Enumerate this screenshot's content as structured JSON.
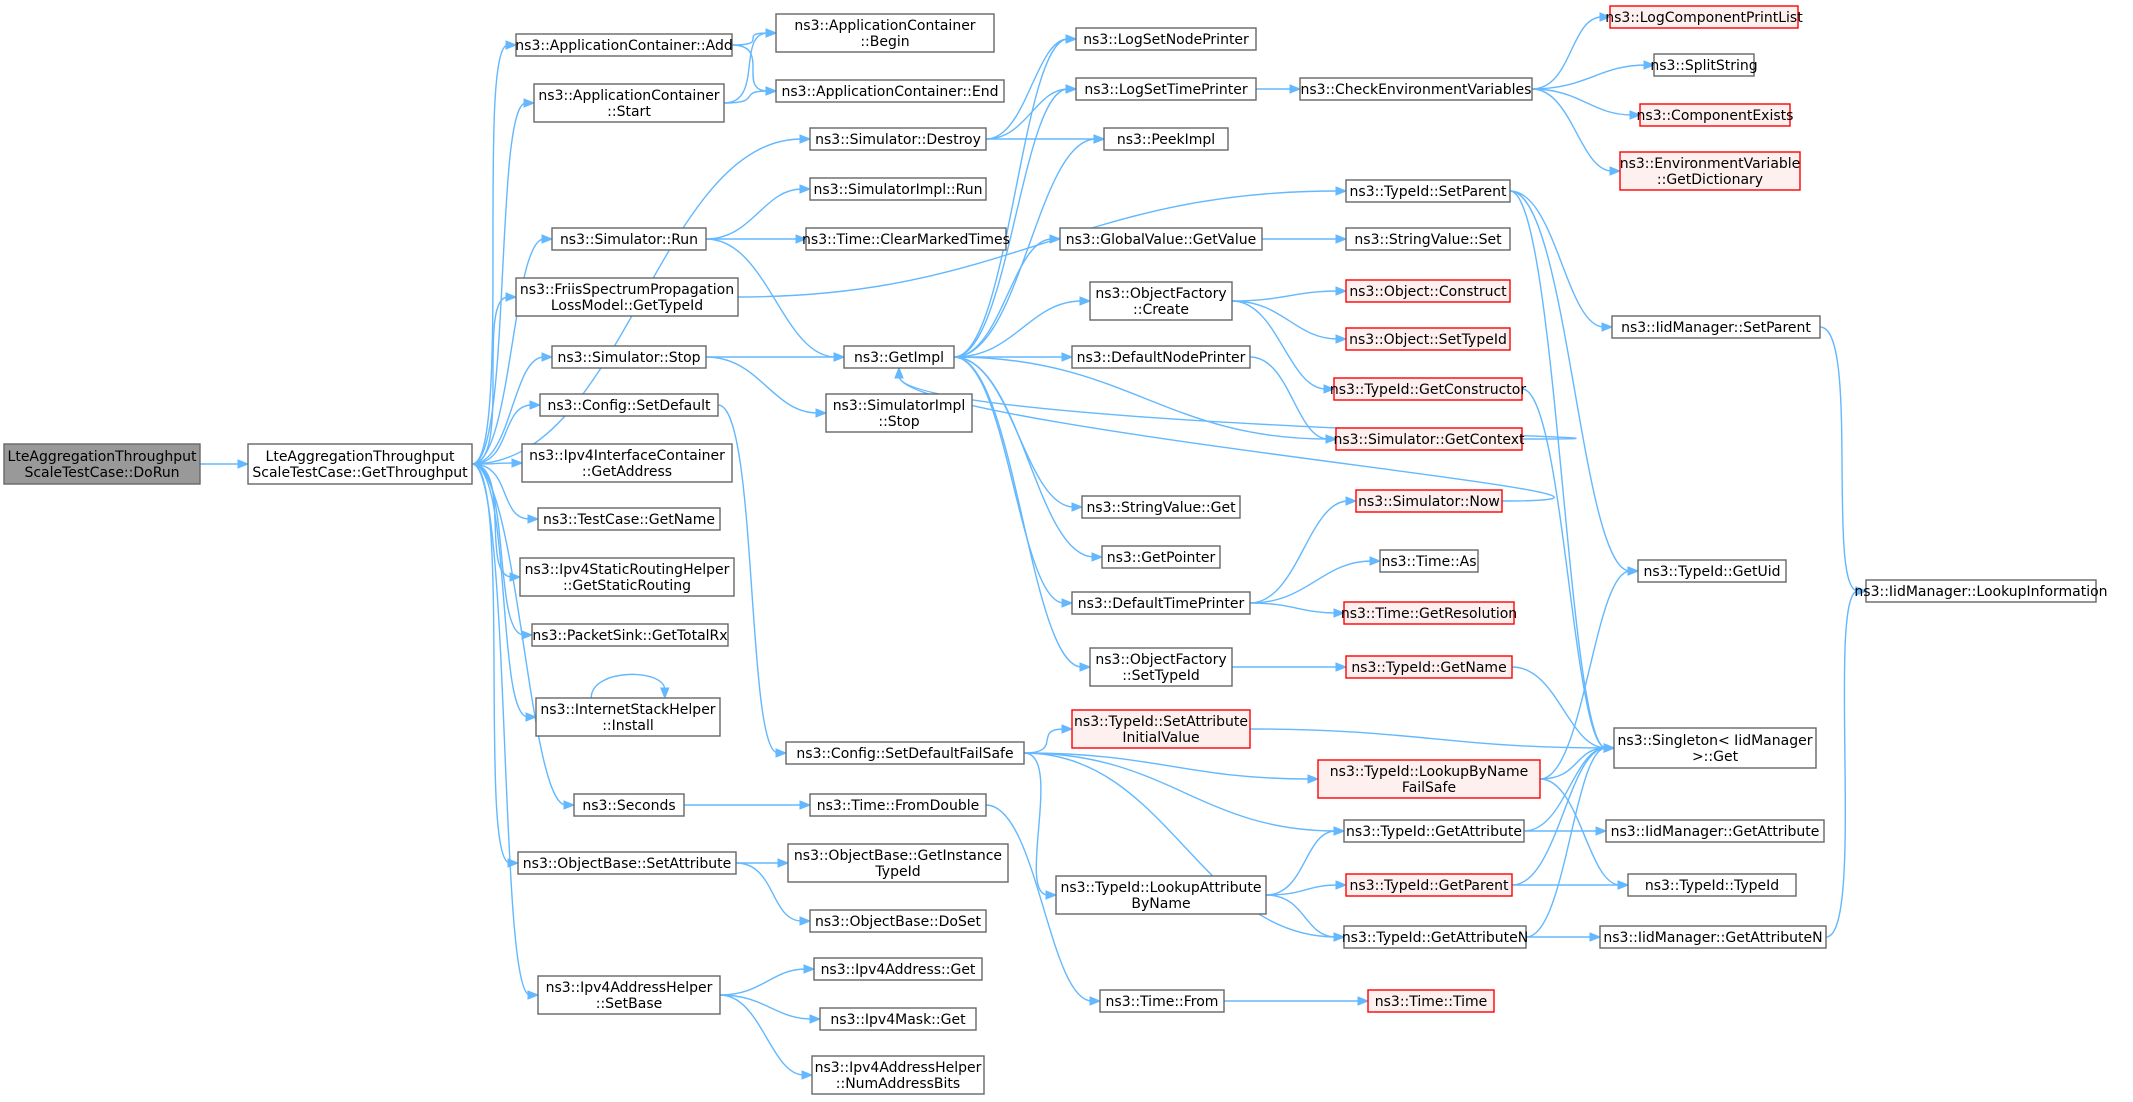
{
  "colors": {
    "edge": "#63b8ff",
    "node_fill": "#ffffff",
    "node_border": "#666666",
    "root_fill": "#999999",
    "root_border": "#666666",
    "truncated_fill": "#fff0f0",
    "truncated_border": "#ff0000"
  },
  "nodes": [
    {
      "id": "doRun",
      "lines": [
        "LteAggregationThroughput",
        "ScaleTestCase::DoRun"
      ],
      "style": "root"
    },
    {
      "id": "getThroughput",
      "lines": [
        "LteAggregationThroughput",
        "ScaleTestCase::GetThroughput"
      ],
      "style": "normal"
    },
    {
      "id": "appAdd",
      "lines": [
        "ns3::ApplicationContainer::Add"
      ],
      "style": "normal"
    },
    {
      "id": "appStart",
      "lines": [
        "ns3::ApplicationContainer",
        "::Start"
      ],
      "style": "normal"
    },
    {
      "id": "simRun",
      "lines": [
        "ns3::Simulator::Run"
      ],
      "style": "normal"
    },
    {
      "id": "friis",
      "lines": [
        "ns3::FriisSpectrumPropagation",
        "LossModel::GetTypeId"
      ],
      "style": "normal"
    },
    {
      "id": "simStop",
      "lines": [
        "ns3::Simulator::Stop"
      ],
      "style": "normal"
    },
    {
      "id": "cfgSetDefault",
      "lines": [
        "ns3::Config::SetDefault"
      ],
      "style": "normal"
    },
    {
      "id": "ipv4IfGetAddr",
      "lines": [
        "ns3::Ipv4InterfaceContainer",
        "::GetAddress"
      ],
      "style": "normal"
    },
    {
      "id": "testGetName",
      "lines": [
        "ns3::TestCase::GetName"
      ],
      "style": "normal"
    },
    {
      "id": "ipv4Static",
      "lines": [
        "ns3::Ipv4StaticRoutingHelper",
        "::GetStaticRouting"
      ],
      "style": "normal"
    },
    {
      "id": "packetSink",
      "lines": [
        "ns3::PacketSink::GetTotalRx"
      ],
      "style": "normal"
    },
    {
      "id": "inetInstall",
      "lines": [
        "ns3::InternetStackHelper",
        "::Install"
      ],
      "style": "normal"
    },
    {
      "id": "seconds",
      "lines": [
        "ns3::Seconds"
      ],
      "style": "normal"
    },
    {
      "id": "objSetAttr",
      "lines": [
        "ns3::ObjectBase::SetAttribute"
      ],
      "style": "normal"
    },
    {
      "id": "ipv4SetBase",
      "lines": [
        "ns3::Ipv4AddressHelper",
        "::SetBase"
      ],
      "style": "normal"
    },
    {
      "id": "appBegin",
      "lines": [
        "ns3::ApplicationContainer",
        "::Begin"
      ],
      "style": "normal"
    },
    {
      "id": "appEnd",
      "lines": [
        "ns3::ApplicationContainer::End"
      ],
      "style": "normal"
    },
    {
      "id": "simDestroy",
      "lines": [
        "ns3::Simulator::Destroy"
      ],
      "style": "normal"
    },
    {
      "id": "simImplRun",
      "lines": [
        "ns3::SimulatorImpl::Run"
      ],
      "style": "normal"
    },
    {
      "id": "timeClear",
      "lines": [
        "ns3::Time::ClearMarkedTimes"
      ],
      "style": "normal"
    },
    {
      "id": "getImpl",
      "lines": [
        "ns3::GetImpl"
      ],
      "style": "normal"
    },
    {
      "id": "simImplStop",
      "lines": [
        "ns3::SimulatorImpl",
        "::Stop"
      ],
      "style": "normal"
    },
    {
      "id": "cfgSetDefaultFS",
      "lines": [
        "ns3::Config::SetDefaultFailSafe"
      ],
      "style": "normal"
    },
    {
      "id": "timeFromDouble",
      "lines": [
        "ns3::Time::FromDouble"
      ],
      "style": "normal"
    },
    {
      "id": "objGetInst",
      "lines": [
        "ns3::ObjectBase::GetInstance",
        "TypeId"
      ],
      "style": "normal"
    },
    {
      "id": "objDoSet",
      "lines": [
        "ns3::ObjectBase::DoSet"
      ],
      "style": "normal"
    },
    {
      "id": "ipv4AddrGet",
      "lines": [
        "ns3::Ipv4Address::Get"
      ],
      "style": "normal"
    },
    {
      "id": "ipv4MaskGet",
      "lines": [
        "ns3::Ipv4Mask::Get"
      ],
      "style": "normal"
    },
    {
      "id": "ipv4NumBits",
      "lines": [
        "ns3::Ipv4AddressHelper",
        "::NumAddressBits"
      ],
      "style": "normal"
    },
    {
      "id": "logNode",
      "lines": [
        "ns3::LogSetNodePrinter"
      ],
      "style": "normal"
    },
    {
      "id": "logTime",
      "lines": [
        "ns3::LogSetTimePrinter"
      ],
      "style": "normal"
    },
    {
      "id": "peekImpl",
      "lines": [
        "ns3::PeekImpl"
      ],
      "style": "normal"
    },
    {
      "id": "gvGetValue",
      "lines": [
        "ns3::GlobalValue::GetValue"
      ],
      "style": "normal"
    },
    {
      "id": "objFactCreate",
      "lines": [
        "ns3::ObjectFactory",
        "::Create"
      ],
      "style": "normal"
    },
    {
      "id": "defNodePrinter",
      "lines": [
        "ns3::DefaultNodePrinter"
      ],
      "style": "normal"
    },
    {
      "id": "strValGet",
      "lines": [
        "ns3::StringValue::Get"
      ],
      "style": "normal"
    },
    {
      "id": "getPointer",
      "lines": [
        "ns3::GetPointer"
      ],
      "style": "normal"
    },
    {
      "id": "defTimePrinter",
      "lines": [
        "ns3::DefaultTimePrinter"
      ],
      "style": "normal"
    },
    {
      "id": "objFactSetTid",
      "lines": [
        "ns3::ObjectFactory",
        "::SetTypeId"
      ],
      "style": "normal"
    },
    {
      "id": "tidSetAttrIV",
      "lines": [
        "ns3::TypeId::SetAttribute",
        "InitialValue"
      ],
      "style": "truncated"
    },
    {
      "id": "tidLookupAttr",
      "lines": [
        "ns3::TypeId::LookupAttribute",
        "ByName"
      ],
      "style": "normal"
    },
    {
      "id": "timeFrom",
      "lines": [
        "ns3::Time::From"
      ],
      "style": "normal"
    },
    {
      "id": "checkEnv",
      "lines": [
        "ns3::CheckEnvironmentVariables"
      ],
      "style": "normal"
    },
    {
      "id": "tidSetParent",
      "lines": [
        "ns3::TypeId::SetParent"
      ],
      "style": "normal"
    },
    {
      "id": "strValSet",
      "lines": [
        "ns3::StringValue::Set"
      ],
      "style": "normal"
    },
    {
      "id": "objConstruct",
      "lines": [
        "ns3::Object::Construct"
      ],
      "style": "truncated"
    },
    {
      "id": "objSetTid",
      "lines": [
        "ns3::Object::SetTypeId"
      ],
      "style": "truncated"
    },
    {
      "id": "tidGetCtor",
      "lines": [
        "ns3::TypeId::GetConstructor"
      ],
      "style": "truncated"
    },
    {
      "id": "simGetCtx",
      "lines": [
        "ns3::Simulator::GetContext"
      ],
      "style": "truncated"
    },
    {
      "id": "simNow",
      "lines": [
        "ns3::Simulator::Now"
      ],
      "style": "truncated"
    },
    {
      "id": "timeAs",
      "lines": [
        "ns3::Time::As"
      ],
      "style": "normal"
    },
    {
      "id": "timeGetRes",
      "lines": [
        "ns3::Time::GetResolution"
      ],
      "style": "truncated"
    },
    {
      "id": "tidGetName",
      "lines": [
        "ns3::TypeId::GetName"
      ],
      "style": "truncated"
    },
    {
      "id": "tidLookupFS",
      "lines": [
        "ns3::TypeId::LookupByName",
        "FailSafe"
      ],
      "style": "truncated"
    },
    {
      "id": "tidGetAttr",
      "lines": [
        "ns3::TypeId::GetAttribute"
      ],
      "style": "normal"
    },
    {
      "id": "tidGetParent",
      "lines": [
        "ns3::TypeId::GetParent"
      ],
      "style": "truncated"
    },
    {
      "id": "tidGetAttrN",
      "lines": [
        "ns3::TypeId::GetAttributeN"
      ],
      "style": "normal"
    },
    {
      "id": "timeTime",
      "lines": [
        "ns3::Time::Time"
      ],
      "style": "truncated"
    },
    {
      "id": "logCompList",
      "lines": [
        "ns3::LogComponentPrintList"
      ],
      "style": "truncated"
    },
    {
      "id": "splitString",
      "lines": [
        "ns3::SplitString"
      ],
      "style": "normal"
    },
    {
      "id": "compExists",
      "lines": [
        "ns3::ComponentExists"
      ],
      "style": "truncated"
    },
    {
      "id": "envGetDict",
      "lines": [
        "ns3::EnvironmentVariable",
        "::GetDictionary"
      ],
      "style": "truncated"
    },
    {
      "id": "iidSetParent",
      "lines": [
        "ns3::IidManager::SetParent"
      ],
      "style": "normal"
    },
    {
      "id": "tidGetUid",
      "lines": [
        "ns3::TypeId::GetUid"
      ],
      "style": "normal"
    },
    {
      "id": "singletonGet",
      "lines": [
        "ns3::Singleton< IidManager",
        " >::Get"
      ],
      "style": "normal"
    },
    {
      "id": "iidGetAttr",
      "lines": [
        "ns3::IidManager::GetAttribute"
      ],
      "style": "normal"
    },
    {
      "id": "tidTypeId",
      "lines": [
        "ns3::TypeId::TypeId"
      ],
      "style": "normal"
    },
    {
      "id": "iidGetAttrN",
      "lines": [
        "ns3::IidManager::GetAttributeN"
      ],
      "style": "normal"
    },
    {
      "id": "iidLookupInfo",
      "lines": [
        "ns3::IidManager::LookupInformation"
      ],
      "style": "normal"
    }
  ],
  "edges": [
    [
      "doRun",
      "getThroughput"
    ],
    [
      "getThroughput",
      "appAdd"
    ],
    [
      "getThroughput",
      "appStart"
    ],
    [
      "getThroughput",
      "simDestroy"
    ],
    [
      "getThroughput",
      "simRun"
    ],
    [
      "getThroughput",
      "friis"
    ],
    [
      "getThroughput",
      "simStop"
    ],
    [
      "getThroughput",
      "cfgSetDefault"
    ],
    [
      "getThroughput",
      "ipv4IfGetAddr"
    ],
    [
      "getThroughput",
      "testGetName"
    ],
    [
      "getThroughput",
      "ipv4Static"
    ],
    [
      "getThroughput",
      "packetSink"
    ],
    [
      "getThroughput",
      "inetInstall"
    ],
    [
      "getThroughput",
      "seconds"
    ],
    [
      "getThroughput",
      "objSetAttr"
    ],
    [
      "getThroughput",
      "ipv4SetBase"
    ],
    [
      "appAdd",
      "appBegin"
    ],
    [
      "appAdd",
      "appEnd"
    ],
    [
      "appStart",
      "appBegin"
    ],
    [
      "appStart",
      "appEnd"
    ],
    [
      "simDestroy",
      "logNode"
    ],
    [
      "simDestroy",
      "logTime"
    ],
    [
      "simDestroy",
      "peekImpl"
    ],
    [
      "simRun",
      "simImplRun"
    ],
    [
      "simRun",
      "timeClear"
    ],
    [
      "simRun",
      "getImpl"
    ],
    [
      "friis",
      "tidSetParent"
    ],
    [
      "simStop",
      "getImpl"
    ],
    [
      "simStop",
      "simImplStop"
    ],
    [
      "cfgSetDefault",
      "cfgSetDefaultFS"
    ],
    [
      "inetInstall",
      "inetInstall"
    ],
    [
      "seconds",
      "timeFromDouble"
    ],
    [
      "objSetAttr",
      "objGetInst"
    ],
    [
      "objSetAttr",
      "objDoSet"
    ],
    [
      "ipv4SetBase",
      "ipv4AddrGet"
    ],
    [
      "ipv4SetBase",
      "ipv4MaskGet"
    ],
    [
      "ipv4SetBase",
      "ipv4NumBits"
    ],
    [
      "getImpl",
      "logNode"
    ],
    [
      "getImpl",
      "logTime"
    ],
    [
      "getImpl",
      "peekImpl"
    ],
    [
      "getImpl",
      "gvGetValue"
    ],
    [
      "getImpl",
      "objFactCreate"
    ],
    [
      "getImpl",
      "defNodePrinter"
    ],
    [
      "getImpl",
      "simGetCtx"
    ],
    [
      "getImpl",
      "strValGet"
    ],
    [
      "getImpl",
      "getPointer"
    ],
    [
      "getImpl",
      "defTimePrinter"
    ],
    [
      "getImpl",
      "objFactSetTid"
    ],
    [
      "cfgSetDefaultFS",
      "tidSetAttrIV"
    ],
    [
      "cfgSetDefaultFS",
      "tidLookupFS"
    ],
    [
      "cfgSetDefaultFS",
      "tidGetAttr"
    ],
    [
      "cfgSetDefaultFS",
      "tidLookupAttr"
    ],
    [
      "cfgSetDefaultFS",
      "tidGetAttrN"
    ],
    [
      "timeFromDouble",
      "timeFrom"
    ],
    [
      "logTime",
      "checkEnv"
    ],
    [
      "gvGetValue",
      "strValSet"
    ],
    [
      "objFactCreate",
      "objConstruct"
    ],
    [
      "objFactCreate",
      "objSetTid"
    ],
    [
      "objFactCreate",
      "tidGetCtor"
    ],
    [
      "defNodePrinter",
      "simGetCtx"
    ],
    [
      "simGetCtx",
      "getImpl"
    ],
    [
      "simNow",
      "getImpl"
    ],
    [
      "defTimePrinter",
      "simNow"
    ],
    [
      "defTimePrinter",
      "timeAs"
    ],
    [
      "defTimePrinter",
      "timeGetRes"
    ],
    [
      "objFactSetTid",
      "tidGetName"
    ],
    [
      "tidSetAttrIV",
      "singletonGet"
    ],
    [
      "tidLookupAttr",
      "tidGetAttr"
    ],
    [
      "tidLookupAttr",
      "tidGetParent"
    ],
    [
      "tidLookupAttr",
      "tidGetAttrN"
    ],
    [
      "timeFrom",
      "timeTime"
    ],
    [
      "checkEnv",
      "logCompList"
    ],
    [
      "checkEnv",
      "splitString"
    ],
    [
      "checkEnv",
      "compExists"
    ],
    [
      "checkEnv",
      "envGetDict"
    ],
    [
      "tidSetParent",
      "iidSetParent"
    ],
    [
      "tidSetParent",
      "tidGetUid"
    ],
    [
      "tidSetParent",
      "singletonGet"
    ],
    [
      "tidGetCtor",
      "singletonGet"
    ],
    [
      "tidGetName",
      "singletonGet"
    ],
    [
      "tidLookupFS",
      "tidGetUid"
    ],
    [
      "tidLookupFS",
      "singletonGet"
    ],
    [
      "tidLookupFS",
      "tidTypeId"
    ],
    [
      "tidGetAttr",
      "singletonGet"
    ],
    [
      "tidGetAttr",
      "iidGetAttr"
    ],
    [
      "tidGetParent",
      "singletonGet"
    ],
    [
      "tidGetParent",
      "tidTypeId"
    ],
    [
      "tidGetAttrN",
      "singletonGet"
    ],
    [
      "tidGetAttrN",
      "iidGetAttrN"
    ],
    [
      "iidSetParent",
      "iidLookupInfo"
    ],
    [
      "iidGetAttrN",
      "iidLookupInfo"
    ]
  ]
}
